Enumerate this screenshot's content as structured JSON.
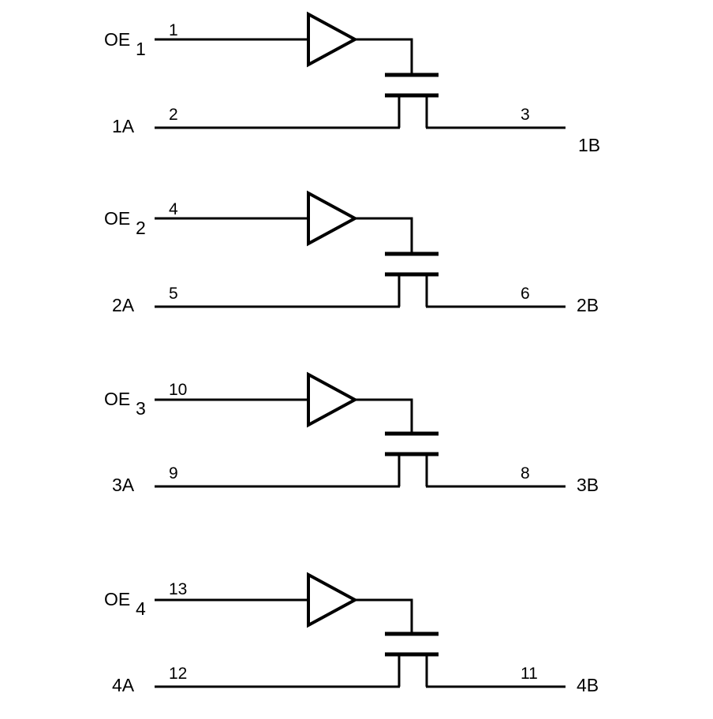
{
  "channels": [
    {
      "oe_label": "OE",
      "oe_subscript": "1",
      "oe_pin": "1",
      "a_label": "1A",
      "a_pin": "2",
      "b_label": "1B",
      "b_pin": "3"
    },
    {
      "oe_label": "OE",
      "oe_subscript": "2",
      "oe_pin": "4",
      "a_label": "2A",
      "a_pin": "5",
      "b_label": "2B",
      "b_pin": "6"
    },
    {
      "oe_label": "OE",
      "oe_subscript": "3",
      "oe_pin": "10",
      "a_label": "3A",
      "a_pin": "9",
      "b_label": "3B",
      "b_pin": "8"
    },
    {
      "oe_label": "OE",
      "oe_subscript": "4",
      "oe_pin": "13",
      "a_label": "4A",
      "a_pin": "12",
      "b_label": "4B",
      "b_pin": "11"
    }
  ]
}
